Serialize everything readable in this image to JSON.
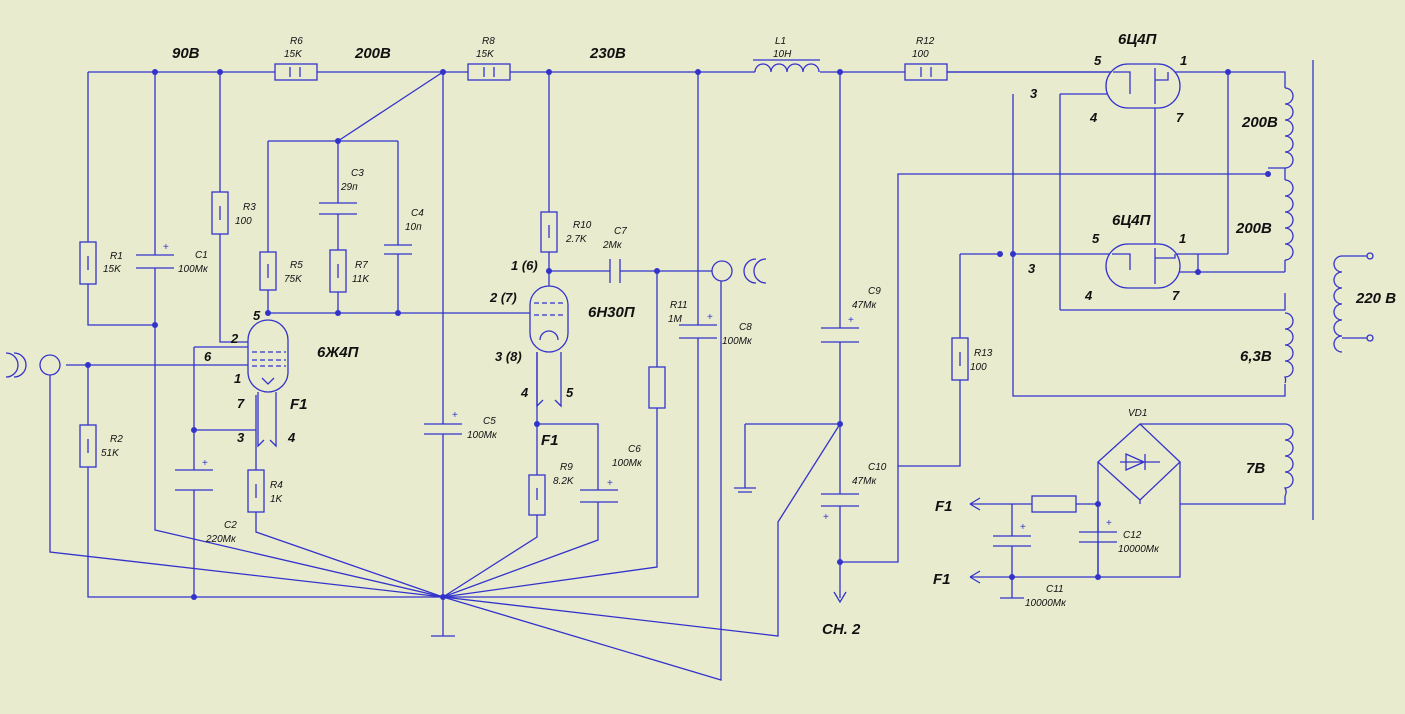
{
  "colors": {
    "background": "#e9ebcf",
    "wire": "#3333cc",
    "text": "#111111"
  },
  "nets": {
    "v90": "90В",
    "v200": "200В",
    "v230": "230В"
  },
  "components": {
    "R1": {
      "name": "R1",
      "value": "15K"
    },
    "R2": {
      "name": "R2",
      "value": "51K"
    },
    "R3": {
      "name": "R3",
      "value": "100"
    },
    "R4": {
      "name": "R4",
      "value": "1K"
    },
    "R5": {
      "name": "R5",
      "value": "75K"
    },
    "R6": {
      "name": "R6",
      "value": "15K"
    },
    "R7": {
      "name": "R7",
      "value": "11K"
    },
    "R8": {
      "name": "R8",
      "value": "15K"
    },
    "R9": {
      "name": "R9",
      "value": "8.2K"
    },
    "R10": {
      "name": "R10",
      "value": "2.7K"
    },
    "R11": {
      "name": "R11",
      "value": "1M"
    },
    "R12": {
      "name": "R12",
      "value": "100"
    },
    "R13": {
      "name": "R13",
      "value": "100"
    },
    "C1": {
      "name": "C1",
      "value": "100Мк"
    },
    "C2": {
      "name": "C2",
      "value": "220Мк"
    },
    "C3": {
      "name": "C3",
      "value": "29п"
    },
    "C4": {
      "name": "C4",
      "value": "10п"
    },
    "C5": {
      "name": "C5",
      "value": "100Мк"
    },
    "C6": {
      "name": "C6",
      "value": "100Мк"
    },
    "C7": {
      "name": "C7",
      "value": "2Мк"
    },
    "C8": {
      "name": "C8",
      "value": "100Мк"
    },
    "C9": {
      "name": "C9",
      "value": "47Мк"
    },
    "C10": {
      "name": "C10",
      "value": "47Мк"
    },
    "C11": {
      "name": "C11",
      "value": "10000Мк"
    },
    "C12": {
      "name": "C12",
      "value": "10000Мк"
    },
    "L1": {
      "name": "L1",
      "value": "10H"
    },
    "VD1": {
      "name": "VD1"
    }
  },
  "tubes": {
    "v1": "6Ж4П",
    "v2": "6Н30П",
    "rect1": "6Ц4П",
    "rect2": "6Ц4П"
  },
  "pins": {
    "v1_p5": "5",
    "v1_p2": "2",
    "v1_p6": "6",
    "v1_p1": "1",
    "v1_p7": "7",
    "v1_p3": "3",
    "v1_p4": "4",
    "v2_p1": "1 (6)",
    "v2_p2": "2 (7)",
    "v2_p3": "3 (8)",
    "v2_p4": "4",
    "v2_p5": "5",
    "r1_p5": "5",
    "r1_p1": "1",
    "r1_p3": "3",
    "r1_p4": "4",
    "r1_p7": "7",
    "r2_p5": "5",
    "r2_p1": "1",
    "r2_p3": "3",
    "r2_p4": "4",
    "r2_p7": "7"
  },
  "heater_labels": {
    "f1_a": "F1",
    "f1_b": "F1",
    "f1_out1": "F1",
    "f1_out2": "F1"
  },
  "transformer": {
    "w1": "200В",
    "w2": "200В",
    "w3": "6,3В",
    "w4": "7В",
    "primary": "220 В"
  },
  "output": {
    "label": "СН. 2"
  }
}
